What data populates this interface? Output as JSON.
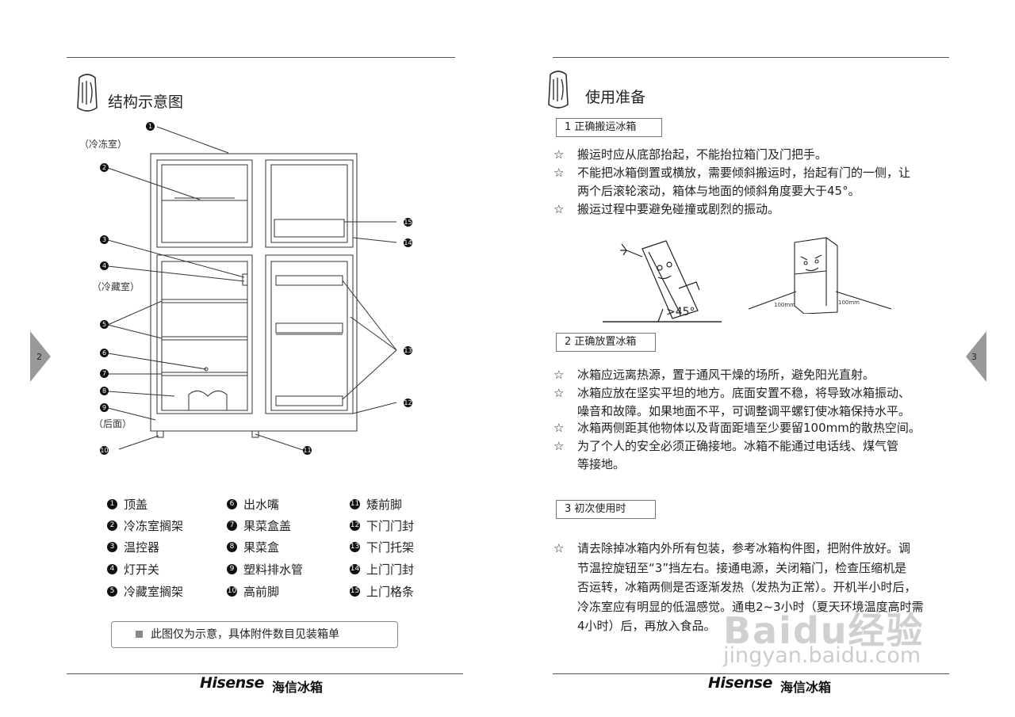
{
  "left_page": {
    "title": "结构示意图",
    "page_number": "2",
    "labels": {
      "freezer": "（冷冻室）",
      "fridge": "（冷藏室）",
      "rear": "（后面）"
    },
    "legend": [
      {
        "num": "1",
        "text": "顶盖"
      },
      {
        "num": "2",
        "text": "冷冻室搁架"
      },
      {
        "num": "3",
        "text": "温控器"
      },
      {
        "num": "4",
        "text": "灯开关"
      },
      {
        "num": "5",
        "text": "冷藏室搁架"
      },
      {
        "num": "6",
        "text": "出水嘴"
      },
      {
        "num": "7",
        "text": "果菜盒盖"
      },
      {
        "num": "8",
        "text": "果菜盒"
      },
      {
        "num": "9",
        "text": "塑料排水管"
      },
      {
        "num": "10",
        "text": "高前脚"
      },
      {
        "num": "11",
        "text": "矮前脚"
      },
      {
        "num": "12",
        "text": "下门门封"
      },
      {
        "num": "13",
        "text": "下门托架"
      },
      {
        "num": "14",
        "text": "上门门封"
      },
      {
        "num": "15",
        "text": "上门格条"
      }
    ],
    "note": "此图仅为示意，具体附件数目见装箱单",
    "brand": "Hisense",
    "brand_cn": "海信冰箱"
  },
  "right_page": {
    "title": "使用准备",
    "page_number": "3",
    "sections": [
      {
        "heading": "1 正确搬运冰箱",
        "items": [
          [
            "搬运时应从底部抬起，不能抬拉箱门及门把手。"
          ],
          [
            "不能把冰箱倒置或横放，需要倾斜搬运时，抬起有门的一侧，让",
            "两个后滚轮滚动，箱体与地面的倾斜角度要大于45°。"
          ],
          [
            "搬运过程中要避免碰撞或剧烈的振动。"
          ]
        ]
      },
      {
        "heading": "2 正确放置冰箱",
        "items": [
          [
            "冰箱应远离热源，置于通风干燥的场所，避免阳光直射。"
          ],
          [
            "冰箱应放在坚实平坦的地方。底面安置不稳，将导致冰箱振动、",
            "噪音和故障。如果地面不平，可调整调平螺钉使冰箱保持水平。"
          ],
          [
            "冰箱两侧距其他物体以及背面距墙至少要留100mm的散热空间。"
          ],
          [
            "为了个人的安全必须正确接地。冰箱不能通过电话线、煤气管",
            "等接地。"
          ]
        ]
      },
      {
        "heading": "3 初次使用时",
        "items": [
          [
            "请去除掉冰箱内外所有包装，参考冰箱构件图，把附件放好。调",
            "节温控旋钮至“3”挡左右。接通电源，关闭箱门，检查压缩机是",
            "否运转，冰箱两侧是否逐渐发热（发热为正常）。开机半小时后，",
            "冷冻室应有明显的低温感觉。通电2~3小时（夏天环境温度高时需",
            "4小时）后，再放入食品。"
          ]
        ]
      }
    ],
    "star": "☆",
    "angle_label": ">45°",
    "clearance_label_left": "100mm",
    "clearance_label_right": "100mm",
    "brand": "Hisense",
    "brand_cn": "海信冰箱"
  },
  "watermark": {
    "main": "Baidu经验",
    "sub": "jingyan.baidu.com"
  }
}
